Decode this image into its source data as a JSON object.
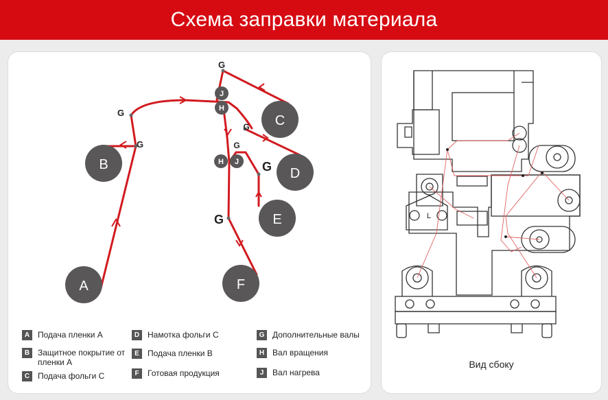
{
  "title": "Схема заправки материала",
  "nodes": {
    "A": "A",
    "B": "B",
    "C": "C",
    "D": "D",
    "E": "E",
    "F": "F",
    "G": "G",
    "H": "H",
    "J": "J"
  },
  "legend": [
    {
      "key": "A",
      "label": "Подача пленки A"
    },
    {
      "key": "B",
      "label": "Защитное покрытие от пленки A"
    },
    {
      "key": "C",
      "label": "Подача фольги C"
    },
    {
      "key": "D",
      "label": "Намотка фольги C"
    },
    {
      "key": "E",
      "label": "Подача пленки B"
    },
    {
      "key": "F",
      "label": "Готовая продукция"
    },
    {
      "key": "G",
      "label": "Дополнительные валы"
    },
    {
      "key": "H",
      "label": "Вал вращения"
    },
    {
      "key": "J",
      "label": "Вал нагрева"
    }
  ],
  "side_view": {
    "caption": "Вид сбоку",
    "mark_l": "L"
  },
  "colors": {
    "header": "#d60b12",
    "path": "#d11a1f",
    "node": "#595757"
  }
}
